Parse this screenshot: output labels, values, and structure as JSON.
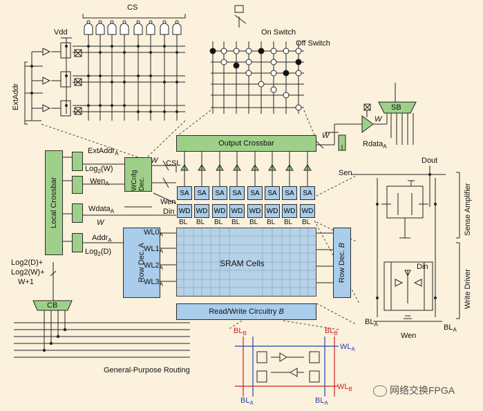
{
  "labels": {
    "cs": "CS",
    "vdd": "Vdd",
    "extaddr": "ExtAddr",
    "on_switch": "On Switch",
    "off_switch": "Off Switch",
    "sb": "SB",
    "w_top": "W",
    "w_mid": "W",
    "rdata": "Rdata",
    "rdata_sub": "A",
    "output_crossbar": "Output Crossbar",
    "csl": "CSL",
    "w_csl": "W",
    "wen_port": "Wen",
    "din_port": "Din",
    "local_crossbar": "Local Crossbar",
    "extaddr_a": "ExtAddr",
    "extaddr_a_sub": "A",
    "log2w": "Log",
    "log2w_sub": "2",
    "log2w_rest": "(W)",
    "wen_a": "Wen",
    "wen_a_sub": "A",
    "wdata_a": "Wdata",
    "wdata_a_sub": "A",
    "w_wdata": "W",
    "addr_a": "Addr",
    "addr_a_sub": "A",
    "log2d": "Log",
    "log2d_sub": "2",
    "log2d_rest": "(D)",
    "wcnfg_dec": "WCnfg Dec.",
    "row_dec_a": "Row Dec. A",
    "row_dec_b_main": "Row Dec.",
    "row_dec_b_letter": "B",
    "wl0": "WL0",
    "wl1": "WL1",
    "wl2": "WL2",
    "wl3": "WL3",
    "wl_sub": "A",
    "sram_cells": "SRAM Cells",
    "rw_circuitry": "Read/Write Circuitry",
    "rw_letter": "B",
    "cb": "CB",
    "cb_input_1": "Log2(D)+",
    "cb_input_2": "Log2(W)+",
    "cb_input_3": "W+1",
    "general_routing": "General-Purpose Routing",
    "dout": "Dout",
    "sen": "Sen",
    "sense_amplifier": "Sense Amplifier",
    "write_driver": "Write Driver",
    "din_right": "Din",
    "bl_a_left": "BL",
    "bl_a_right": "BL",
    "bl_a_sub": "A",
    "wen_bottom": "Wen",
    "bl_b_top_left": "BL",
    "bl_b_top_right": "BL",
    "bl_b_sub": "B",
    "wl_a_cell": "WL",
    "wl_b_cell": "WL",
    "bl_a_bottom_left": "BL",
    "bl_a_bottom_right": "BL",
    "watermark": "网络交换FPGA"
  },
  "sa_label": "SA",
  "wd_label": "WD",
  "bl_label": "BL",
  "column_count": 8,
  "colors": {
    "background": "#fbf1dc",
    "green_block": "#9fd08a",
    "blue_block": "#a9cdea",
    "red_wire": "#cc2222",
    "blue_wire": "#2244aa"
  }
}
